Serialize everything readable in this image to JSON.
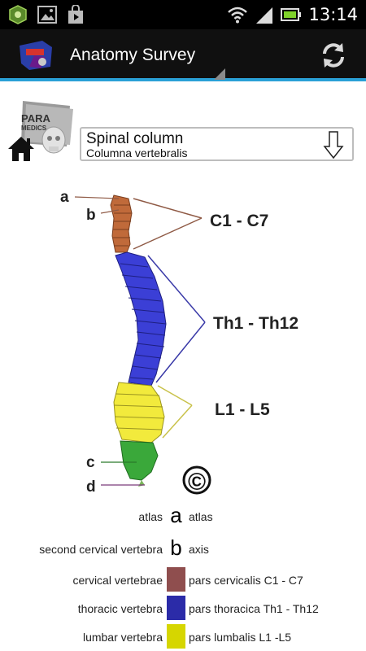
{
  "status_bar": {
    "time": "13:14",
    "icons": [
      "app-notification-icon",
      "image-icon",
      "shop-bag-icon",
      "wifi-icon",
      "signal-icon",
      "battery-icon"
    ]
  },
  "action_bar": {
    "title": "Anatomy Survey",
    "refresh_icon": "refresh-icon"
  },
  "header": {
    "brand_logo_text": [
      "PARA",
      "MEDICS"
    ],
    "home_icon": "home-icon",
    "topic": {
      "primary": "Spinal column",
      "secondary": "Columna vertebralis"
    }
  },
  "illustration": {
    "letters": [
      "a",
      "b",
      "c",
      "d"
    ],
    "regions": [
      {
        "label": "C1 - C7",
        "color": "#c06a3a"
      },
      {
        "label": "Th1 - Th12",
        "color": "#3b3fd6"
      },
      {
        "label": "L1 - L5",
        "color": "#f2ea3c"
      }
    ],
    "sacrum_color": "#3aa83a",
    "copyright_symbol": "©"
  },
  "legend": [
    {
      "en": "atlas",
      "letter": "a",
      "la": "atlas"
    },
    {
      "en": "second cervical vertebra",
      "letter": "b",
      "la": "axis"
    },
    {
      "en": "cervical vertebrae",
      "color": "#8f4e4e",
      "la": "pars cervicalis C1 - C7"
    },
    {
      "en": "thoracic vertebra",
      "color": "#2b2ba8",
      "la": "pars thoracica Th1 - Th12"
    },
    {
      "en": "lumbar vertebra",
      "color": "#d6d600",
      "la": "pars lumbalis L1 -L5"
    }
  ]
}
